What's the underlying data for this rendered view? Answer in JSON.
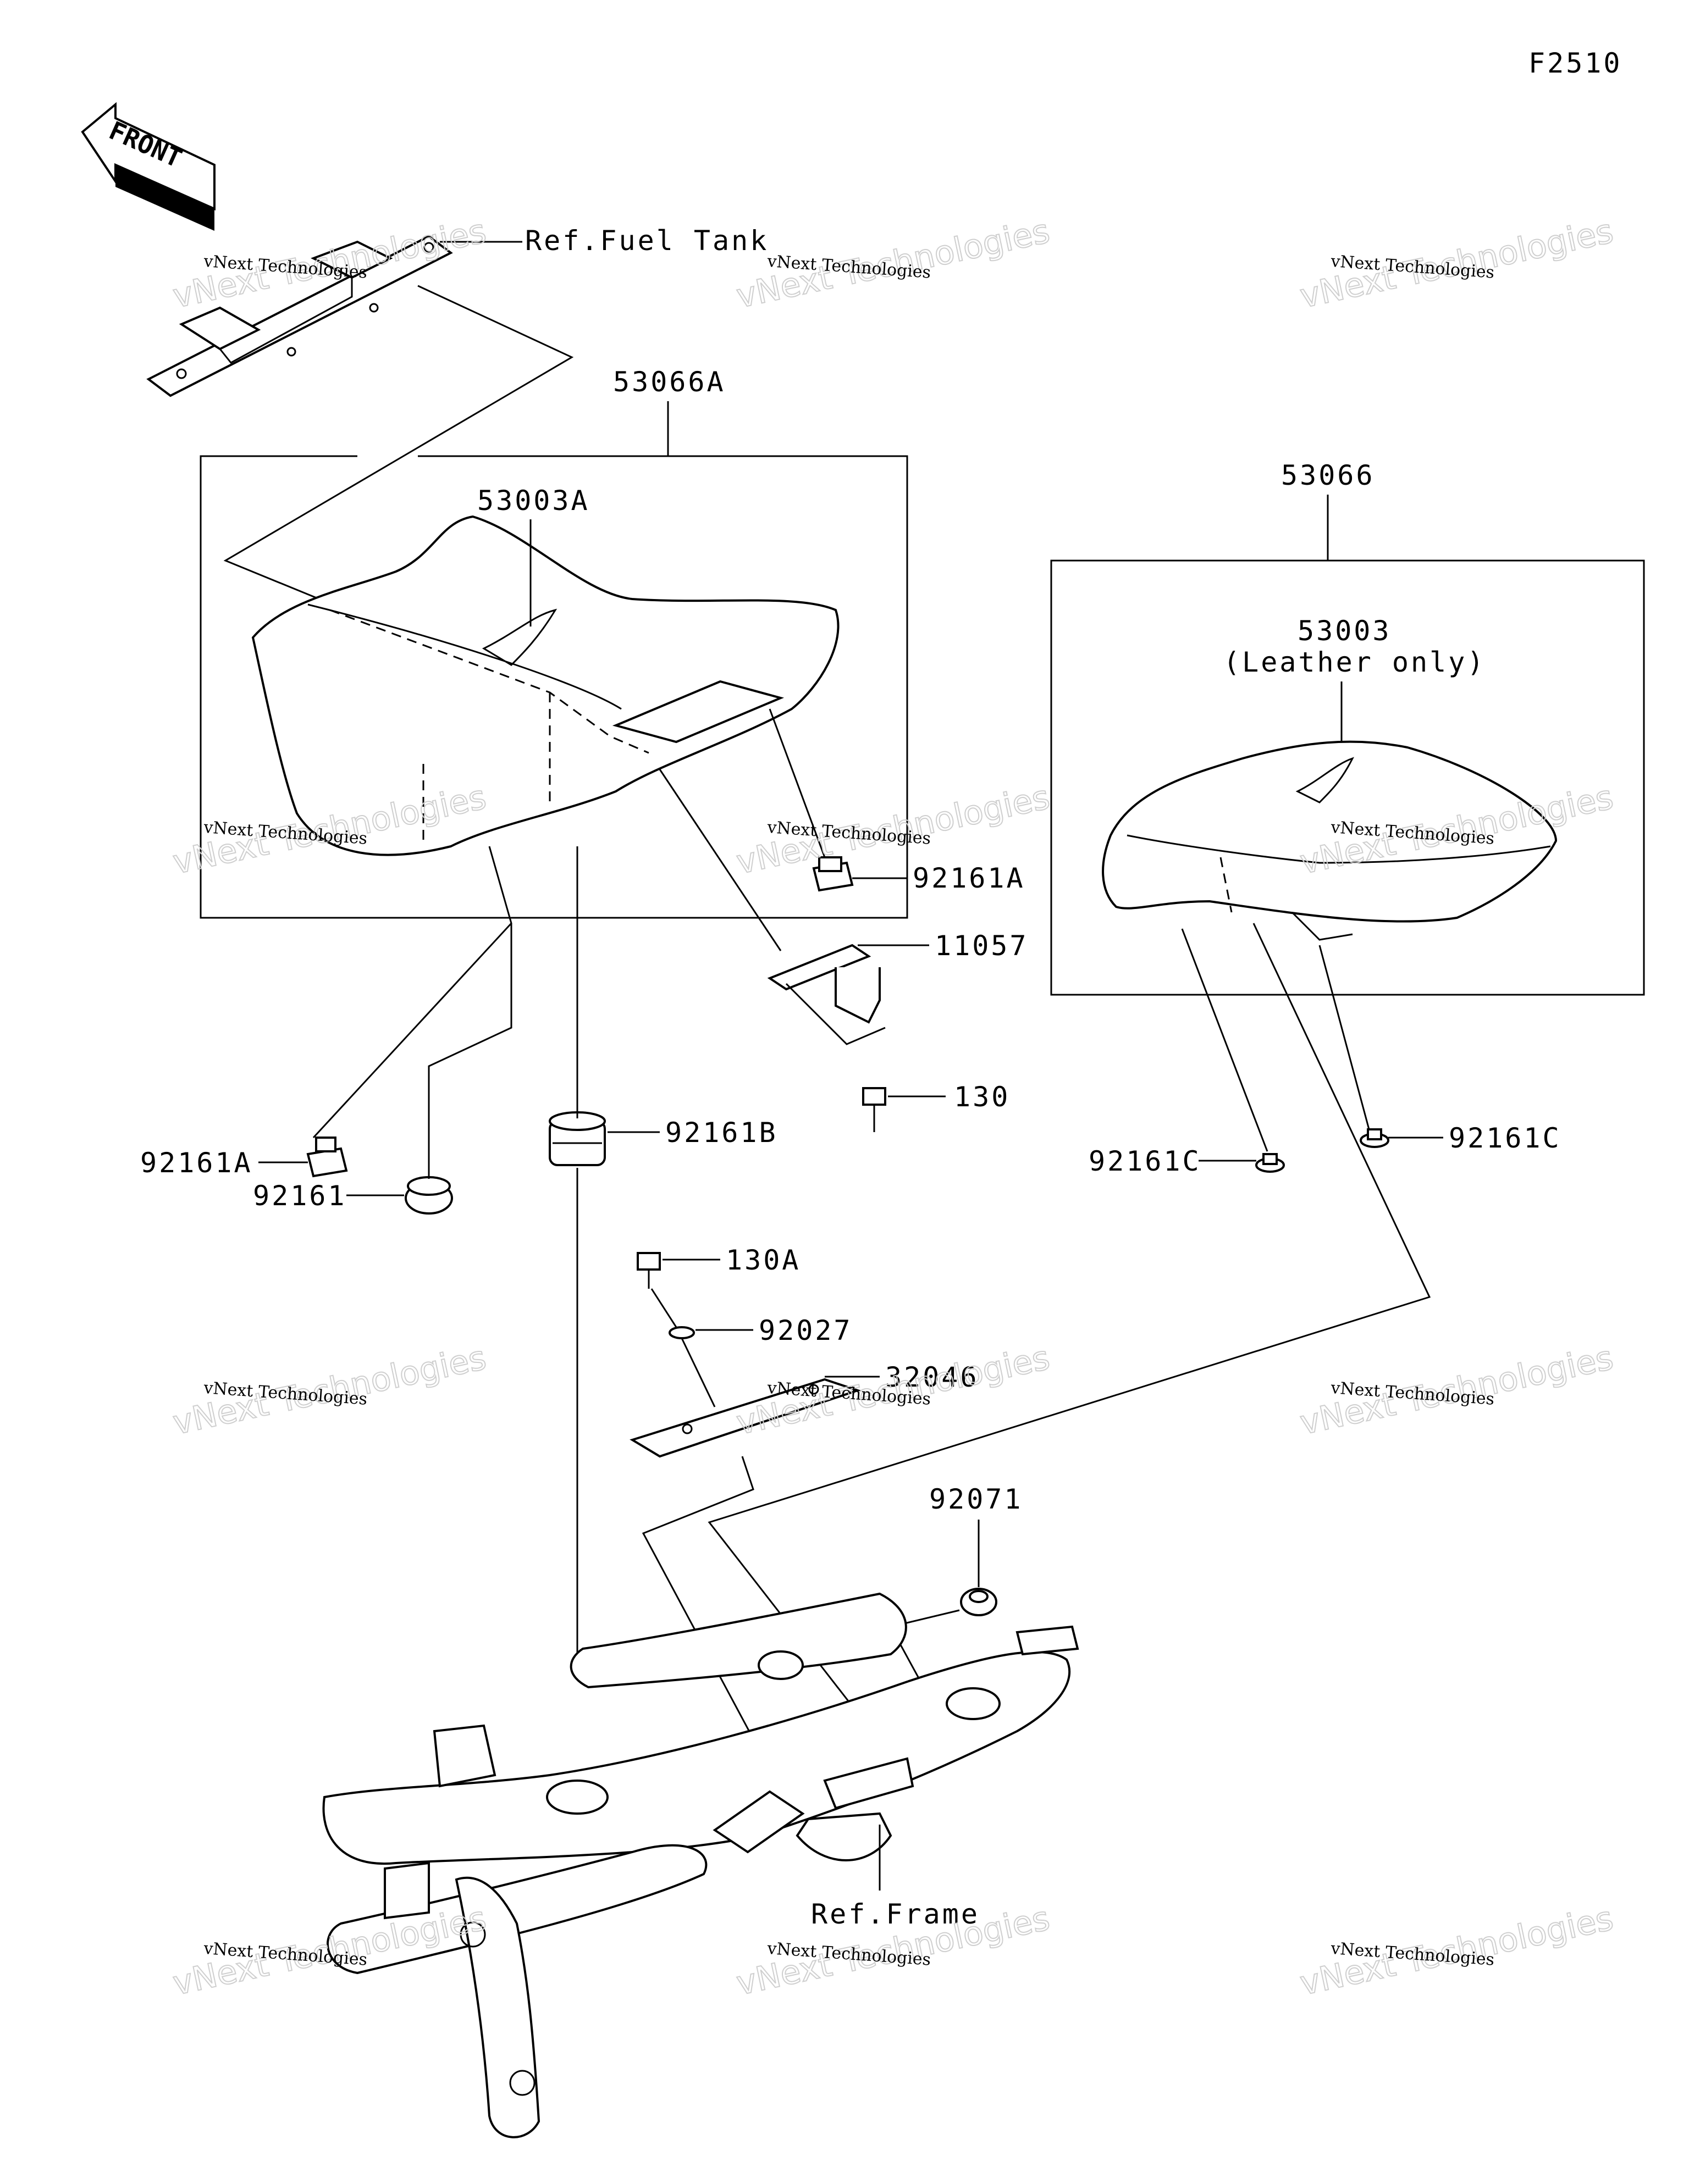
{
  "figure_code": "F2510",
  "front_arrow_label": "FRONT",
  "watermark": {
    "big": "vNext Technologies",
    "small": "vNext Technologies"
  },
  "parts": {
    "ref_fuel_tank": "Ref.Fuel Tank",
    "p53066A": "53066A",
    "p53003A": "53003A",
    "p53066": "53066",
    "p53003": "53003",
    "p53003_note": "(Leather only)",
    "p92161A_right": "92161A",
    "p92161A_left": "92161A",
    "p11057": "11057",
    "p130": "130",
    "p92161C_left": "92161C",
    "p92161C_right": "92161C",
    "p92161B": "92161B",
    "p92161": "92161",
    "p130A": "130A",
    "p92027": "92027",
    "p32046": "32046",
    "p92071": "92071",
    "ref_frame": "Ref.Frame"
  }
}
